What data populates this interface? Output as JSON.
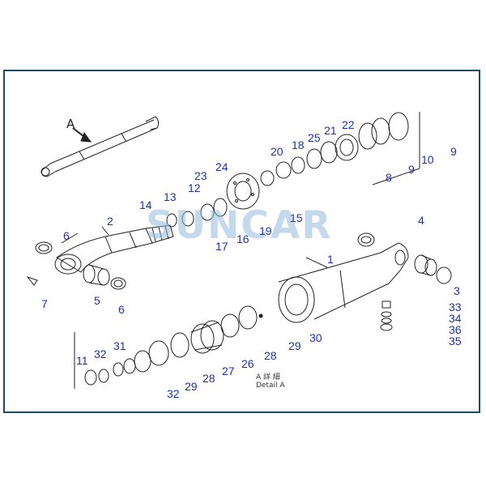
{
  "watermark": "SUNCAR",
  "view_marker": "A",
  "detail_label_cjk": "A 詳 細",
  "detail_label": "Detail A",
  "part_labels": [
    "1",
    "2",
    "3",
    "4",
    "5",
    "6",
    "6",
    "7",
    "8",
    "9",
    "9",
    "10",
    "11",
    "12",
    "13",
    "14",
    "15",
    "16",
    "17",
    "18",
    "19",
    "20",
    "21",
    "22",
    "23",
    "24",
    "25",
    "26",
    "27",
    "28",
    "28",
    "29",
    "29",
    "30",
    "31",
    "32",
    "32",
    "33",
    "34",
    "35",
    "36"
  ],
  "colors": {
    "frame": "#1f4a63",
    "labels": "#1b2fb8",
    "drawing": "#222222",
    "watermark": "#96b9dc"
  }
}
